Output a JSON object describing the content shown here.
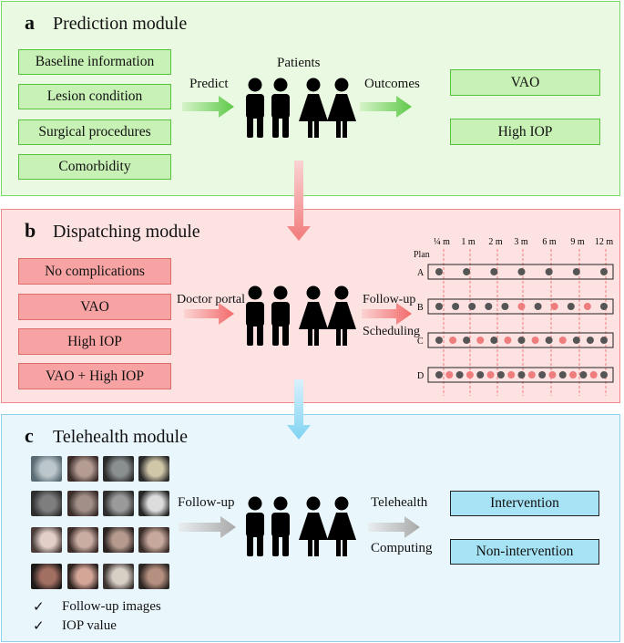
{
  "panel_a": {
    "letter": "a",
    "title": "Prediction module",
    "inputs": [
      "Baseline information",
      "Lesion condition",
      "Surgical procedures",
      "Comorbidity"
    ],
    "predict_label": "Predict",
    "patients_label": "Patients",
    "outcomes_label": "Outcomes",
    "outputs": [
      "VAO",
      "High IOP"
    ]
  },
  "panel_b": {
    "letter": "b",
    "title": "Dispatching module",
    "inputs": [
      "No complications",
      "VAO",
      "High IOP",
      "VAO + High IOP"
    ],
    "doctor_label": "Doctor portal",
    "followup_label": "Follow-up",
    "scheduling_label": "Scheduling",
    "plan_label": "Plan",
    "timepoints": [
      "¼ m",
      "1 m",
      "2 m",
      "3 m",
      "6 m",
      "9 m",
      "12 m"
    ],
    "plans": [
      {
        "name": "A",
        "dots": [
          "g",
          "g",
          "g",
          "g",
          "g",
          "g",
          "g"
        ]
      },
      {
        "name": "B",
        "dots": [
          "g",
          "g",
          "g",
          "g",
          "g",
          "r",
          "g",
          "r",
          "g",
          "r",
          "g"
        ]
      },
      {
        "name": "C",
        "dots": [
          "g",
          "r",
          "g",
          "r",
          "g",
          "r",
          "g",
          "r",
          "g",
          "r",
          "g",
          "g",
          "g"
        ]
      },
      {
        "name": "D",
        "dots": [
          "g",
          "r",
          "g",
          "r",
          "g",
          "r",
          "g",
          "r",
          "g",
          "r",
          "g",
          "r",
          "g",
          "r",
          "g",
          "r",
          "g"
        ]
      }
    ],
    "colors": {
      "grey_dot": "#555555",
      "red_dot": "#f07d7d"
    }
  },
  "panel_c": {
    "letter": "c",
    "title": "Telehealth module",
    "followup_label": "Follow-up",
    "telehealth_label": "Telehealth",
    "computing_label": "Computing",
    "outputs": [
      "Intervention",
      "Non-intervention"
    ],
    "checklist": [
      "Follow-up images",
      "IOP value"
    ],
    "check_mark": "✓"
  }
}
